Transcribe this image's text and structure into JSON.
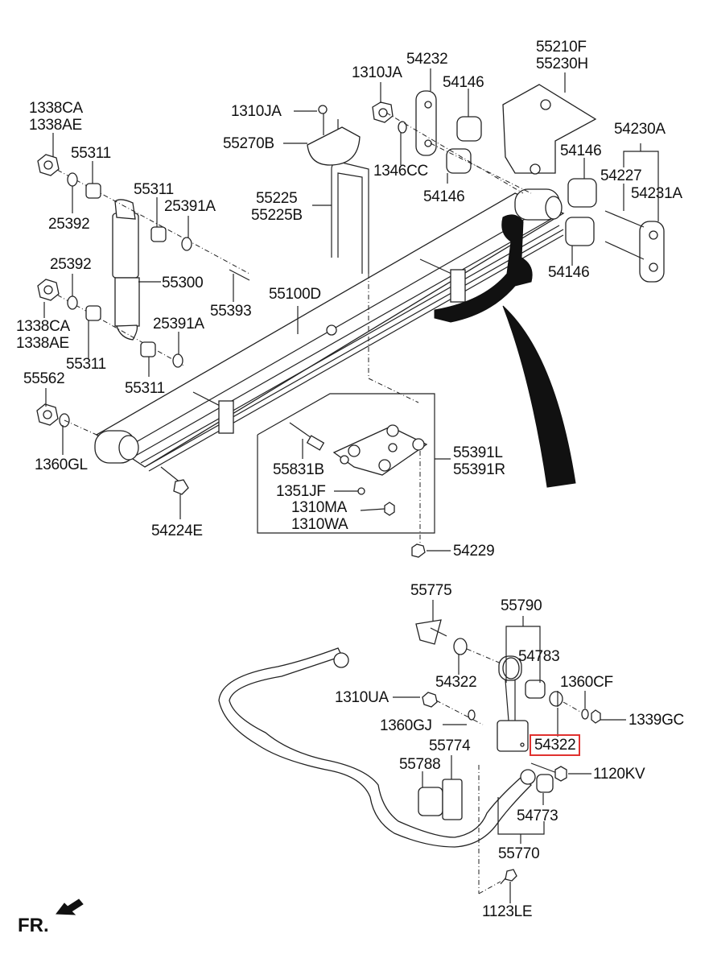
{
  "diagram": {
    "title": "Rear suspension – leaf spring, shock absorber and stabilizer bar exploded parts diagram",
    "highlight_color": "#e0312f",
    "direction_marker": {
      "label": "FR.",
      "icon": "front-direction-arrow-icon"
    },
    "highlighted_part": "54322",
    "labels": {
      "l_1338CA_top": [
        "1338CA",
        "1338AE"
      ],
      "l_55311_a": [
        "55311"
      ],
      "l_25392_a": [
        "25392"
      ],
      "l_55311_b": [
        "55311"
      ],
      "l_25391A_a": [
        "25391A"
      ],
      "l_1310JA_a": [
        "1310JA"
      ],
      "l_55270B": [
        "55270B"
      ],
      "l_55225": [
        "55225",
        "55225B"
      ],
      "l_1310JA_b": [
        "1310JA"
      ],
      "l_54232": [
        "54232"
      ],
      "l_54146_a": [
        "54146"
      ],
      "l_1346CC": [
        "1346CC"
      ],
      "l_54146_b": [
        "54146"
      ],
      "l_55210F": [
        "55210F",
        "55230H"
      ],
      "l_54230A": [
        "54230A"
      ],
      "l_54146_c": [
        "54146"
      ],
      "l_54227": [
        "54227"
      ],
      "l_54231A": [
        "54231A"
      ],
      "l_54146_d": [
        "54146"
      ],
      "l_25392_b": [
        "25392"
      ],
      "l_55300": [
        "55300"
      ],
      "l_55393": [
        "55393"
      ],
      "l_1338CA_bot": [
        "1338CA",
        "1338AE"
      ],
      "l_55100D": [
        "55100D"
      ],
      "l_25391A_b": [
        "25391A"
      ],
      "l_55311_c": [
        "55311"
      ],
      "l_55311_d": [
        "55311"
      ],
      "l_55562": [
        "55562"
      ],
      "l_1360GL": [
        "1360GL"
      ],
      "l_54224E": [
        "54224E"
      ],
      "l_55831B": [
        "55831B"
      ],
      "l_55391L": [
        "55391L",
        "55391R"
      ],
      "l_1351JF": [
        "1351JF"
      ],
      "l_1310MA": [
        "1310MA",
        "1310WA"
      ],
      "l_54229": [
        "54229"
      ],
      "l_55775": [
        "55775"
      ],
      "l_55790": [
        "55790"
      ],
      "l_54783": [
        "54783"
      ],
      "l_54322_a": [
        "54322"
      ],
      "l_1360CF": [
        "1360CF"
      ],
      "l_1310UA": [
        "1310UA"
      ],
      "l_1339GC": [
        "1339GC"
      ],
      "l_1360GJ": [
        "1360GJ"
      ],
      "l_55774": [
        "55774"
      ],
      "l_54322_b": [
        "54322"
      ],
      "l_55788": [
        "55788"
      ],
      "l_1120KV": [
        "1120KV"
      ],
      "l_54773": [
        "54773"
      ],
      "l_55770": [
        "55770"
      ],
      "l_1123LE": [
        "1123LE"
      ]
    }
  }
}
